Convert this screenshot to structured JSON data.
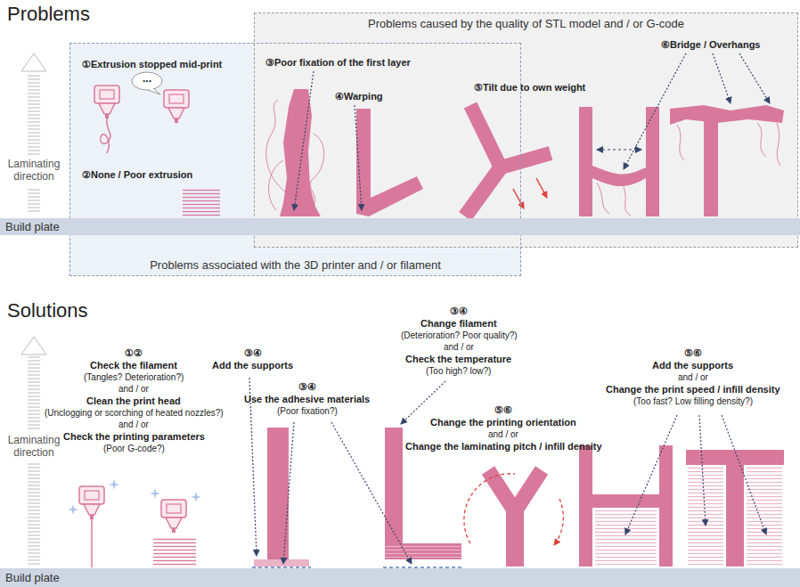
{
  "diagram": {
    "nodes": [
      {
        "text": [
          "Problems caused by the quality of STL model and / or G-code"
        ]
      },
      {
        "text": [
          "Problems associated with the 3D printer and / or filament"
        ]
      },
      {
        "text": [
          "Build plate"
        ]
      },
      {
        "text": [
          "Build plate"
        ]
      }
    ],
    "labels": [
      "Problems",
      "Laminating direction",
      "①Extrusion stopped mid-print",
      "...",
      "②None / Poor extrusion",
      "③Poor fixation of the first layer",
      "④Warping",
      "⑤Tilt due to own weight",
      "⑥Bridge / Overhangs",
      "Solutions",
      "Laminating direction",
      "①②",
      "Check the filament",
      "(Tangles? Deterioration?)",
      "and / or",
      "Clean the print head",
      "(Unclogging or scorching of heated nozzles?)",
      "and / or",
      "Check the printing parameters",
      "(Poor G-code?)",
      "③④",
      "Add the supports",
      "③④",
      "Use the adhesive materials",
      "(Poor fixation?)",
      "③④",
      "Change filament",
      "(Deterioration? Poor quality?)",
      "and / or",
      "Check the temperature",
      "(Too high? low?)",
      "⑤⑥",
      "Change the printing orientation",
      "and / or",
      "Change the laminating pitch / infill density",
      "⑤⑥",
      "Add the supports",
      "and / or",
      "Change the print speed / infill density",
      "(Too fast? Low filling density?)"
    ]
  }
}
